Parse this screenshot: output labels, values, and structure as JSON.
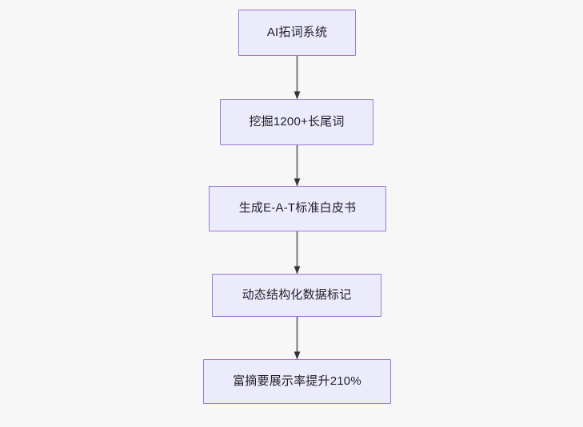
{
  "diagram": {
    "type": "flowchart",
    "orientation": "top-to-bottom",
    "background_color": "#f7f7f8",
    "node_fill_color": "#ecebfc",
    "node_border_color": "#9a7ad1",
    "node_text_color": "#1f1f24",
    "connector_color": "#7a7a7a",
    "arrowhead_color": "#333338",
    "nodes": [
      {
        "id": "n0",
        "label": "AI拓词系统"
      },
      {
        "id": "n1",
        "label": "挖掘1200+长尾词"
      },
      {
        "id": "n2",
        "label": "生成E-A-T标准白皮书"
      },
      {
        "id": "n3",
        "label": "动态结构化数据标记"
      },
      {
        "id": "n4",
        "label": "富摘要展示率提升210%"
      }
    ],
    "edges": [
      {
        "from": "n0",
        "to": "n1",
        "label": ""
      },
      {
        "from": "n1",
        "to": "n2",
        "label": ""
      },
      {
        "from": "n2",
        "to": "n3",
        "label": ""
      },
      {
        "from": "n3",
        "to": "n4",
        "label": ""
      }
    ]
  }
}
